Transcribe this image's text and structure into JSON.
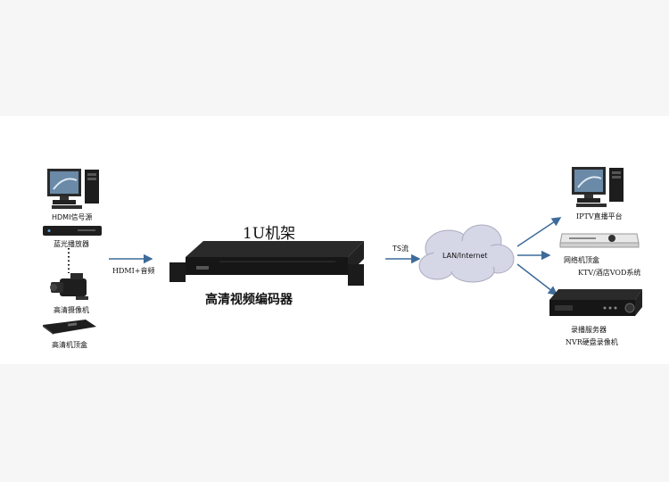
{
  "diagram": {
    "sources": [
      {
        "id": "hdmi-source",
        "label": "HDMI信号源",
        "icon": "computer-icon"
      },
      {
        "id": "bluray-player",
        "label": "蓝光播放器",
        "icon": "bluray-player-icon"
      },
      {
        "id": "hd-camcorder",
        "label": "高清摄像机",
        "icon": "camcorder-icon"
      },
      {
        "id": "hd-settop",
        "label": "高清机顶盒",
        "icon": "settop-box-icon"
      }
    ],
    "input_link_label": "HDMI+音频",
    "encoder": {
      "rack_label": "1U机架",
      "name": "高清视频编码器",
      "icon": "rack-encoder-icon"
    },
    "stream_label": "TS流",
    "network_label": "LAN/Internet",
    "destinations": [
      {
        "id": "iptv-platform",
        "label": "IPTV直播平台",
        "icon": "computer-icon"
      },
      {
        "id": "network-settop",
        "label": "网络机顶盒",
        "label2": "KTV/酒店VOD系统",
        "icon": "network-settop-icon"
      },
      {
        "id": "recording-server",
        "label": "录播服务器",
        "label2": "NVR硬盘录像机",
        "icon": "nvr-recorder-icon"
      }
    ],
    "colors": {
      "arrow": "#3d6b9a",
      "cloud": "#d5d6e6",
      "device": "#1e1e1e"
    }
  }
}
